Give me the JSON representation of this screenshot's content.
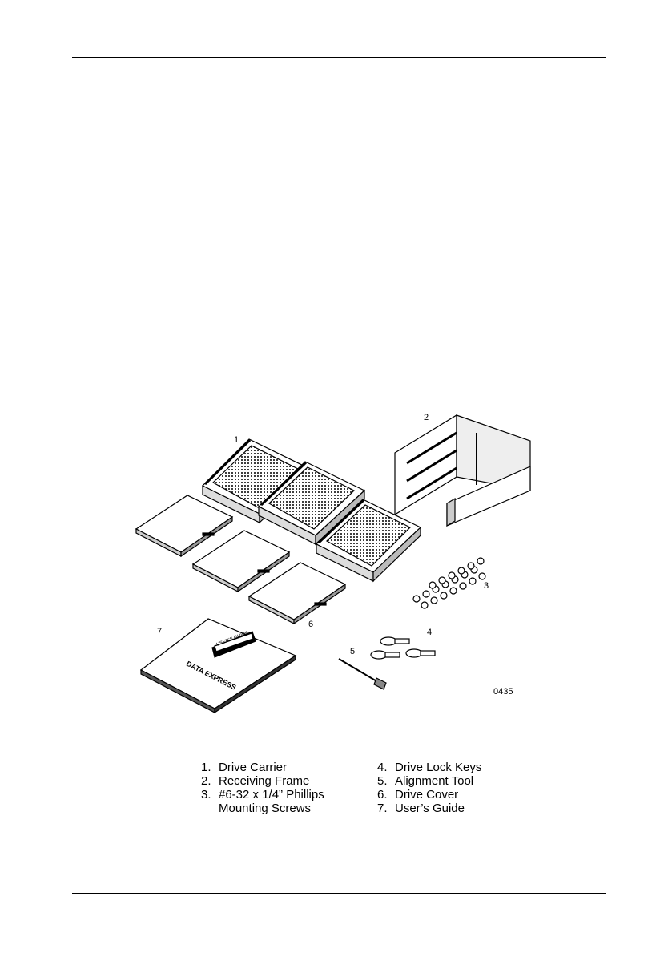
{
  "figure": {
    "callouts": {
      "c1": "1",
      "c2": "2",
      "c3": "3",
      "c4": "4",
      "c5": "5",
      "c6": "6",
      "c7": "7"
    },
    "book_title": "DATA EXPRESS",
    "book_label": "USER'S GUIDE",
    "figure_id": "0435"
  },
  "legend": {
    "left": [
      {
        "num": "1.",
        "text": "Drive Carrier"
      },
      {
        "num": "2.",
        "text": "Receiving Frame"
      },
      {
        "num": "3.",
        "text": "#6-32 x 1/4” Phillips",
        "cont": "Mounting Screws"
      }
    ],
    "right": [
      {
        "num": "4.",
        "text": "Drive Lock Keys"
      },
      {
        "num": "5.",
        "text": "Alignment Tool"
      },
      {
        "num": "6.",
        "text": "Drive Cover"
      },
      {
        "num": "7.",
        "text": "User’s Guide"
      }
    ]
  }
}
